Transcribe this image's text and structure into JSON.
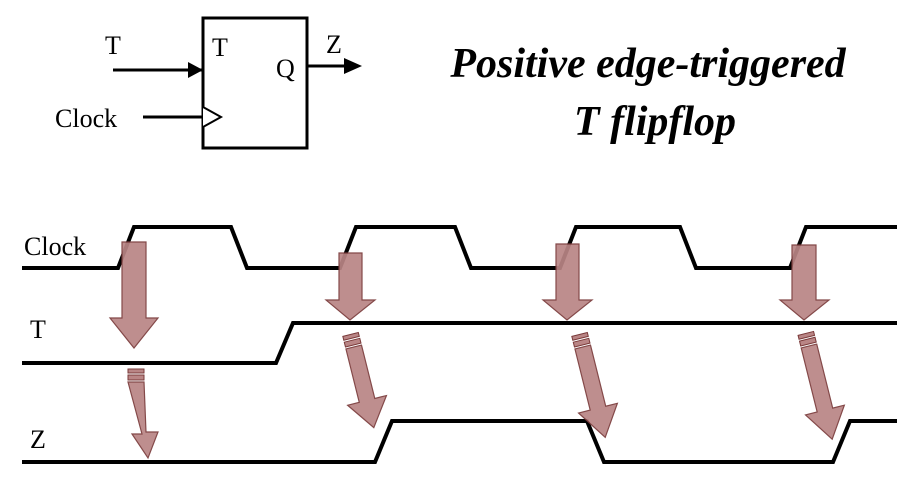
{
  "block": {
    "input_t_label": "T",
    "input_clock_label": "Clock",
    "pin_t_label": "T",
    "pin_q_label": "Q",
    "output_label": "Z"
  },
  "title": {
    "line1": "Positive edge-triggered",
    "line2": "T flipflop"
  },
  "waveforms": [
    {
      "name": "Clock",
      "levels": "periodic clock, rising edges at 4 positions"
    },
    {
      "name": "T",
      "levels": "low, then high from second clock period onward"
    },
    {
      "name": "Z",
      "levels": "toggles on each rising clock edge while T is high"
    }
  ],
  "signal_labels": {
    "clock": "Clock",
    "t": "T",
    "z": "Z"
  },
  "colors": {
    "arrow_fill": "#b98585",
    "arrow_outline": "#7a3a3a",
    "line": "#000000"
  }
}
